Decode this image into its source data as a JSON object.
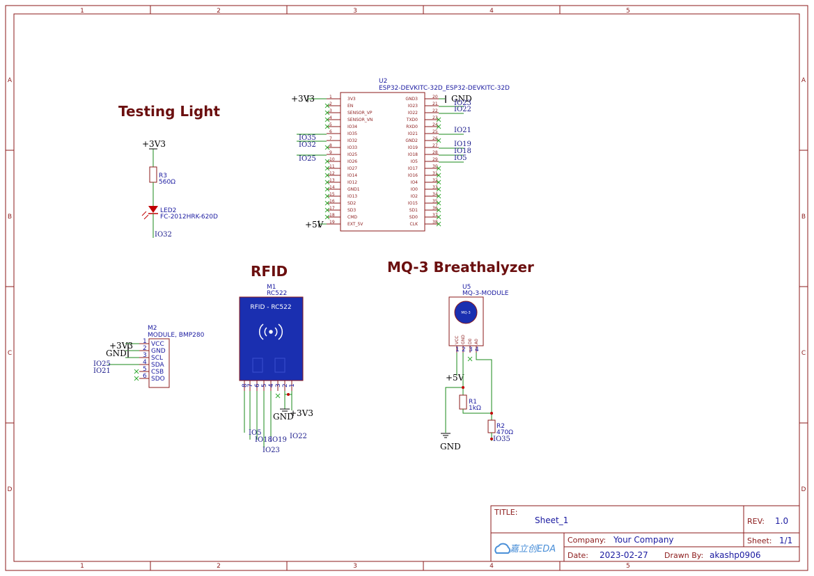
{
  "zones": {
    "columns": [
      "1",
      "2",
      "3",
      "4",
      "5"
    ],
    "rows": [
      "A",
      "B",
      "C",
      "D"
    ]
  },
  "sections": {
    "testing_light": "Testing Light",
    "rfid": "RFID",
    "mq3": "MQ-3 Breathalyzer"
  },
  "u2": {
    "designator": "U2",
    "value": "ESP32-DEVKITC-32D_ESP32-DEVKITC-32D",
    "left_pins": [
      {
        "num": "1",
        "name": "3V3"
      },
      {
        "num": "2",
        "name": "EN"
      },
      {
        "num": "3",
        "name": "SENSOR_VP"
      },
      {
        "num": "4",
        "name": "SENSOR_VN"
      },
      {
        "num": "5",
        "name": "IO34"
      },
      {
        "num": "6",
        "name": "IO35"
      },
      {
        "num": "7",
        "name": "IO32"
      },
      {
        "num": "8",
        "name": "IO33"
      },
      {
        "num": "9",
        "name": "IO25"
      },
      {
        "num": "10",
        "name": "IO26"
      },
      {
        "num": "11",
        "name": "IO27"
      },
      {
        "num": "12",
        "name": "IO14"
      },
      {
        "num": "13",
        "name": "IO12"
      },
      {
        "num": "14",
        "name": "GND1"
      },
      {
        "num": "15",
        "name": "IO13"
      },
      {
        "num": "16",
        "name": "SD2"
      },
      {
        "num": "17",
        "name": "SD3"
      },
      {
        "num": "18",
        "name": "CMD"
      },
      {
        "num": "19",
        "name": "EXT_5V"
      }
    ],
    "right_pins": [
      {
        "num": "20",
        "name": "GND3"
      },
      {
        "num": "21",
        "name": "IO23"
      },
      {
        "num": "22",
        "name": "IO22"
      },
      {
        "num": "23",
        "name": "TXD0"
      },
      {
        "num": "24",
        "name": "RXD0"
      },
      {
        "num": "25",
        "name": "IO21"
      },
      {
        "num": "26",
        "name": "GND2"
      },
      {
        "num": "27",
        "name": "IO19"
      },
      {
        "num": "28",
        "name": "IO18"
      },
      {
        "num": "29",
        "name": "IO5"
      },
      {
        "num": "30",
        "name": "IO17"
      },
      {
        "num": "31",
        "name": "IO16"
      },
      {
        "num": "32",
        "name": "IO4"
      },
      {
        "num": "33",
        "name": "IO0"
      },
      {
        "num": "34",
        "name": "IO2"
      },
      {
        "num": "35",
        "name": "IO15"
      },
      {
        "num": "36",
        "name": "SD1"
      },
      {
        "num": "37",
        "name": "SD0"
      },
      {
        "num": "38",
        "name": "CLK"
      }
    ],
    "nets": {
      "v33": "+3V3",
      "v5": "+5V",
      "gnd": "GND",
      "io35": "IO35",
      "io32": "IO32",
      "io25": "IO25",
      "io23": "IO23",
      "io22": "IO22",
      "io21": "IO21",
      "io19": "IO19",
      "io18": "IO18",
      "io5": "IO5"
    }
  },
  "led": {
    "power": "+3V3",
    "r_designator": "R3",
    "r_value": "560Ω",
    "led_designator": "LED2",
    "led_value": "FC-2012HRK-620D",
    "net": "IO32"
  },
  "m2": {
    "designator": "M2",
    "value": "MODULE, BMP280",
    "pins": [
      {
        "num": "1",
        "name": "VCC"
      },
      {
        "num": "2",
        "name": "GND"
      },
      {
        "num": "3",
        "name": "SCL"
      },
      {
        "num": "4",
        "name": "SDA"
      },
      {
        "num": "5",
        "name": "CSB"
      },
      {
        "num": "6",
        "name": "SDO"
      }
    ],
    "nets": {
      "v33": "+3V3",
      "gnd": "GND",
      "io25": "IO25",
      "io21": "IO21"
    }
  },
  "m1": {
    "designator": "M1",
    "value": "RC522",
    "board_label": "RFID - RC522",
    "pins": [
      "8",
      "7",
      "6",
      "5",
      "4",
      "3",
      "2",
      "1"
    ],
    "nets": {
      "io5": "IO5",
      "io18": "IO18",
      "io19": "IO19",
      "io23": "IO23",
      "io22": "IO22",
      "gnd": "GND",
      "v33": "+3V3"
    }
  },
  "u5": {
    "designator": "U5",
    "value": "MQ-3-MODULE",
    "sensor_label": "MQ-3",
    "pins": [
      {
        "num": "1",
        "name": "VCC"
      },
      {
        "num": "2",
        "name": "GND"
      },
      {
        "num": "3",
        "name": "D0"
      },
      {
        "num": "4",
        "name": "A0"
      }
    ],
    "nets": {
      "v5": "+5V",
      "gnd": "GND",
      "io35": "IO35"
    },
    "r1_designator": "R1",
    "r1_value": "1kΩ",
    "r2_designator": "R2",
    "r2_value": "470Ω"
  },
  "title_block": {
    "title_label": "TITLE:",
    "title": "Sheet_1",
    "rev_label": "REV:",
    "rev": "1.0",
    "company_label": "Company:",
    "company": "Your Company",
    "sheet_label": "Sheet:",
    "sheet": "1/1",
    "date_label": "Date:",
    "date": "2023-02-27",
    "drawn_label": "Drawn By:",
    "drawn": "akashp0906",
    "logo_text": "嘉立创EDA"
  },
  "colors": {
    "frame": "#8b1a1a",
    "wire": "#1a8a1a",
    "net": "#1a1a8b",
    "title": "#6b0f0f",
    "rfid_board": "#1a2fb0"
  }
}
